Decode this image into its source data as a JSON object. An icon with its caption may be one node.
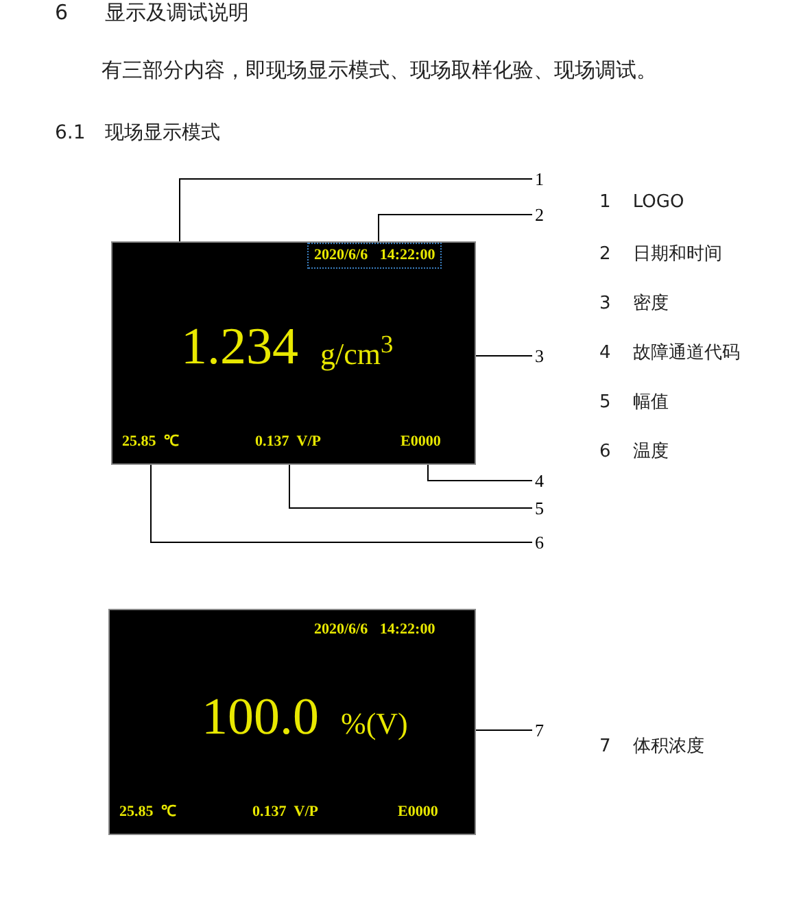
{
  "diagram": {
    "title": "6 显示及调试说明",
    "nodes": [
      {
        "text": [],
        "shape": "box"
      },
      {
        "text": [
          "2020/6/6 14:22:00"
        ],
        "in": 0
      },
      {
        "text": [
          "1.234",
          "g/cm$^{3}$"
        ],
        "in": 0
      },
      {
        "text": [
          "25.85 ℃"
        ],
        "in": 0
      },
      {
        "text": [
          "0.137 V/P"
        ],
        "in": 0
      },
      {
        "text": [
          "E0000"
        ],
        "in": 0
      },
      {
        "text": [
          "1"
        ]
      },
      {
        "text": [
          "2"
        ]
      },
      {
        "text": [
          "3"
        ]
      },
      {
        "text": [
          "4"
        ]
      },
      {
        "text": [
          "5"
        ]
      },
      {
        "text": [
          "6"
        ]
      },
      {
        "text": [],
        "shape": "box"
      },
      {
        "text": [
          "2020/6/6 14:22:00"
        ],
        "in": 12
      },
      {
        "text": [
          "100.0",
          "%(V)"
        ],
        "in": 12
      },
      {
        "text": [
          "25.85 ℃"
        ],
        "in": 12
      },
      {
        "text": [
          "0.137 V/P"
        ],
        "in": 12
      },
      {
        "text": [
          "E0000"
        ],
        "in": 12
      },
      {
        "text": [
          "7"
        ]
      }
    ],
    "edges": [
      {
        "from": 6,
        "to": 0,
        "arrow": "none"
      },
      {
        "from": 7,
        "to": 1,
        "arrow": "none"
      },
      {
        "from": 8,
        "to": 0,
        "arrow": "none"
      },
      {
        "from": 9,
        "to": 5,
        "arrow": "none"
      },
      {
        "from": 10,
        "to": 4,
        "arrow": "none"
      },
      {
        "from": 11,
        "to": 3,
        "arrow": "none"
      },
      {
        "from": 18,
        "to": 12,
        "arrow": "none"
      }
    ],
    "labels": [
      "有三部分内容，即现场显示模式、现场取样化验、现场调试。",
      "6.1 现场显示模式",
      "1 LOGO",
      "2 日期和时间",
      "3 密度",
      "4 故障通道代码",
      "5 幅值",
      "6 温度",
      "7 体积浓度"
    ]
  }
}
